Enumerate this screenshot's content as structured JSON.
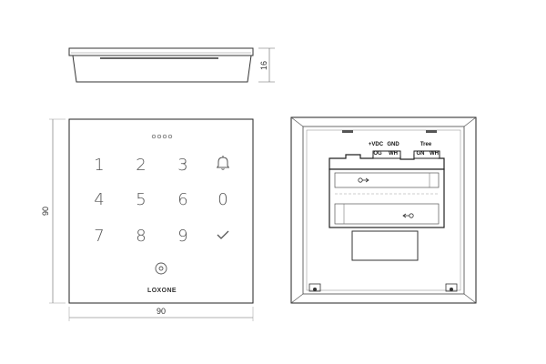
{
  "dimensions": {
    "height": "16",
    "width": "90",
    "depth_label": "90"
  },
  "keypad": {
    "keys": [
      "1",
      "2",
      "3",
      "4",
      "5",
      "6",
      "7",
      "8",
      "9",
      "0"
    ],
    "bell_icon": "bell-icon",
    "check_icon": "checkmark-icon",
    "reader_icon": "nfc-reader-icon",
    "brand": "LOXONE"
  },
  "rear": {
    "vdc_label": "+VDC",
    "gnd_label": "GND",
    "tree_label": "Tree",
    "og_label": "OG",
    "wh_label_left": "WH",
    "gn_label": "GN",
    "wh_label_right": "WH"
  }
}
